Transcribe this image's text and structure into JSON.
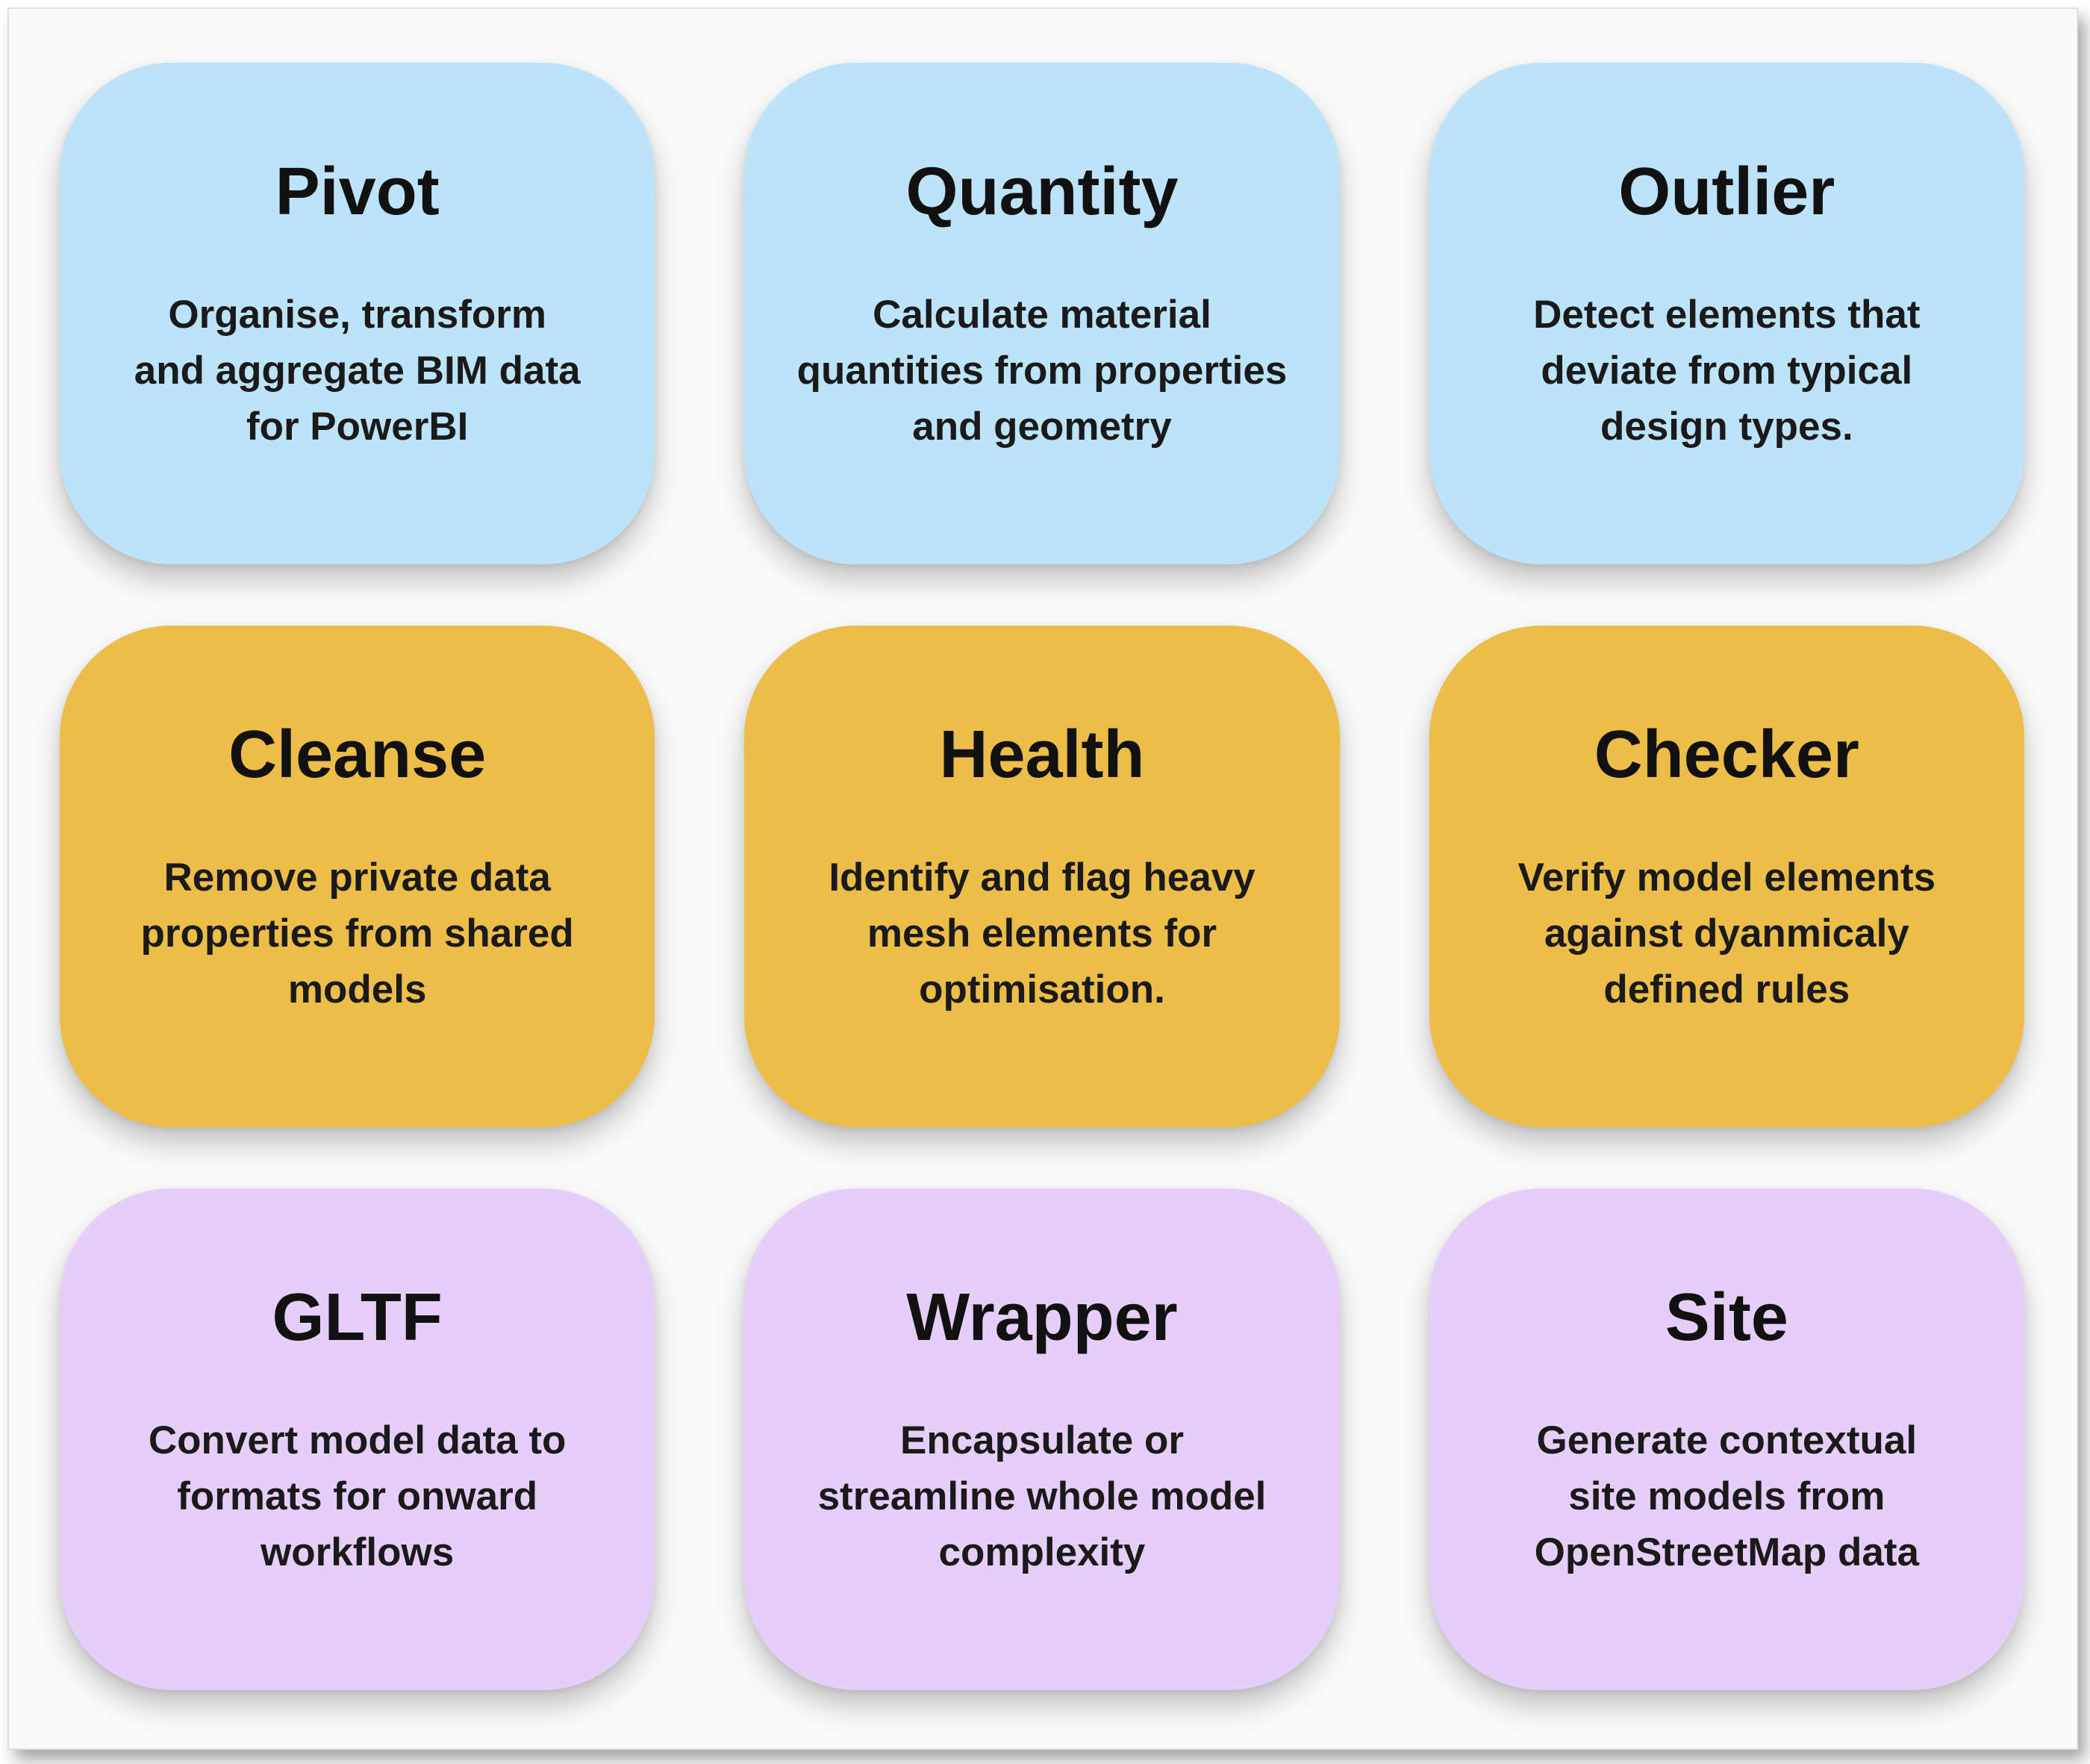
{
  "colors": {
    "blue": "#bde3f9",
    "yellow": "#ecbd48",
    "purple": "#e5cff8"
  },
  "cards": [
    {
      "title": "Pivot",
      "color": "blue",
      "lines": [
        "Organise, transform",
        "and aggregate BIM data",
        "for PowerBI"
      ]
    },
    {
      "title": "Quantity",
      "color": "blue",
      "lines": [
        "Calculate material",
        "quantities from properties",
        "and geometry"
      ]
    },
    {
      "title": "Outlier",
      "color": "blue",
      "lines": [
        "Detect elements that",
        "deviate from typical",
        "design types."
      ]
    },
    {
      "title": "Cleanse",
      "color": "yellow",
      "lines": [
        "Remove private data",
        "properties from shared",
        "models"
      ]
    },
    {
      "title": "Health",
      "color": "yellow",
      "lines": [
        "Identify and flag heavy",
        "mesh elements for",
        "optimisation."
      ]
    },
    {
      "title": "Checker",
      "color": "yellow",
      "lines": [
        "Verify model elements",
        "against dyanmicaly",
        "defined rules"
      ]
    },
    {
      "title": "GLTF",
      "color": "purple",
      "lines": [
        "Convert model data to",
        "formats for onward",
        "workflows"
      ]
    },
    {
      "title": "Wrapper",
      "color": "purple",
      "lines": [
        "Encapsulate or",
        "streamline whole model",
        "complexity"
      ]
    },
    {
      "title": "Site",
      "color": "purple",
      "lines": [
        "Generate contextual",
        "site models from",
        "OpenStreetMap data"
      ]
    }
  ]
}
